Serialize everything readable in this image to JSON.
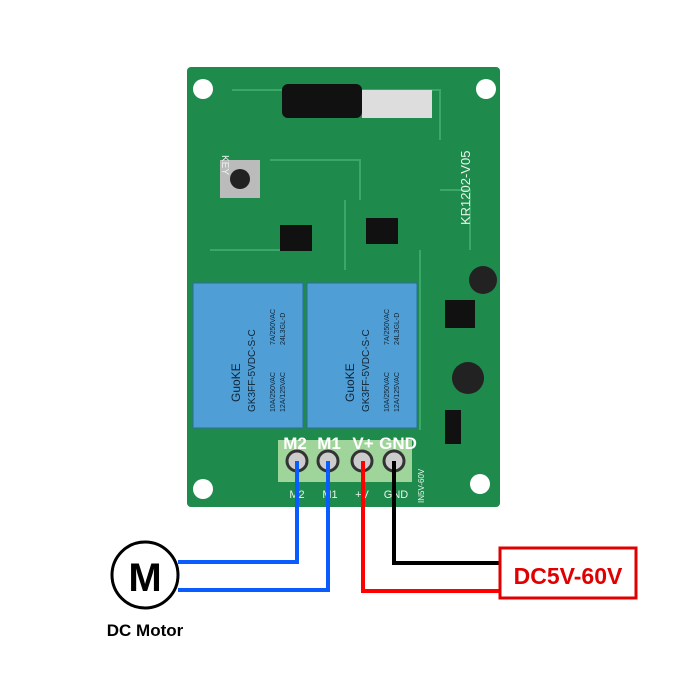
{
  "board": {
    "model": "KR1202-V05",
    "key_label": "KEY",
    "input_range_silk": "IN5V-60V",
    "terminal_silk": [
      "M2",
      "M1",
      "+V",
      "GND"
    ],
    "terminal_labels": [
      "M2",
      "M1",
      "V+",
      "GND"
    ],
    "relay": {
      "brand": "GuoKE",
      "model": "GK3FF-5VDC-S-C",
      "rating1": "10A/250VAC",
      "rating2": "12A/125VAC",
      "rating3": "7A/250VAC",
      "rating4": "24L3GL-D"
    }
  },
  "power": {
    "label": "DC5V-60V"
  },
  "motor": {
    "symbol": "M",
    "caption": "DC Motor"
  },
  "colors": {
    "board": "#1e8a4c",
    "relay": "#4f9fd6",
    "terminal": "#9fd59a",
    "motor_wire": "#0a5cff",
    "positive_wire": "#ff0000",
    "ground_wire": "#000000",
    "power_box": "#e00000"
  }
}
